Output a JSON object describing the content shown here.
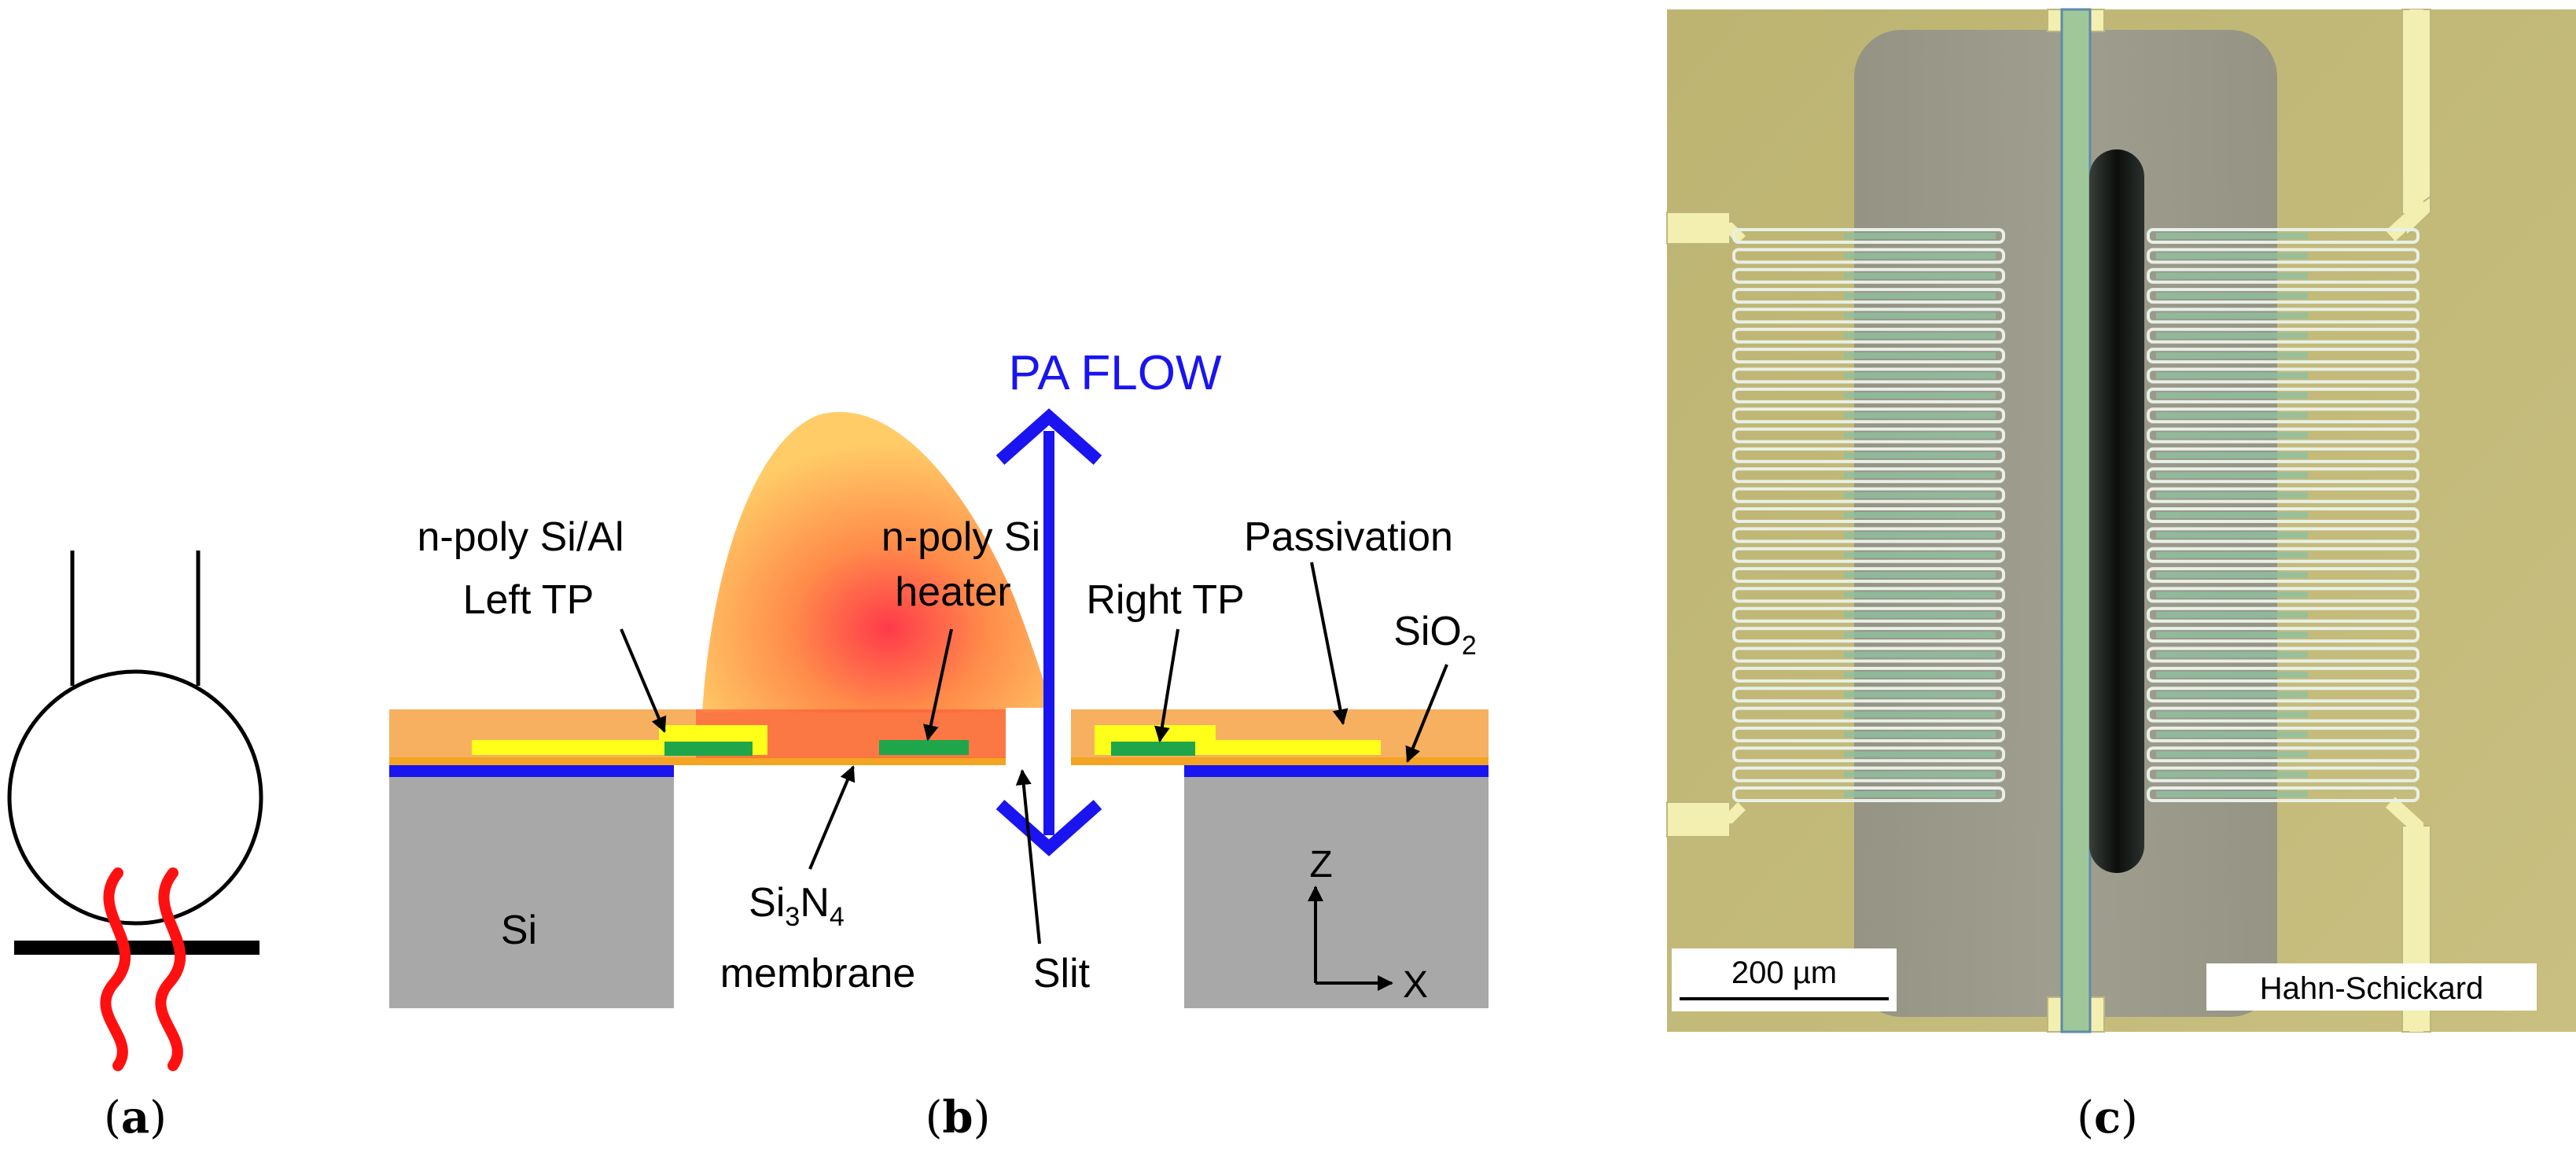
{
  "panels": {
    "a": {
      "caption_letter": "a"
    },
    "b": {
      "caption_letter": "b",
      "flow_label": "PA FLOW",
      "labels": {
        "left_tp_line1": "n-poly Si/Al",
        "left_tp_line2": "Left TP",
        "heater_line1": "n-poly Si",
        "heater_line2": "heater",
        "right_tp": "Right TP",
        "passivation": "Passivation",
        "sio2_base": "SiO",
        "sio2_sub": "2",
        "si": "Si",
        "si3n4_a": "Si",
        "si3n4_b": "3",
        "si3n4_c": "N",
        "si3n4_d": "4",
        "membrane": "membrane",
        "slit": "Slit",
        "axis_z": "Z",
        "axis_x": "X"
      },
      "colors": {
        "flow_arrow": "#1a14f0",
        "passivation": "#f6b060",
        "thermopile": "#ffff1a",
        "contact": "#1fa64a",
        "oxide": "#1a14f0",
        "substrate": "#a8a8a8",
        "heat_core": "#ff3030",
        "heat_edge": "#ffc860"
      }
    },
    "c": {
      "caption_letter": "c",
      "scale_bar": "200 µm",
      "watermark": "Hahn-Schickard"
    }
  }
}
